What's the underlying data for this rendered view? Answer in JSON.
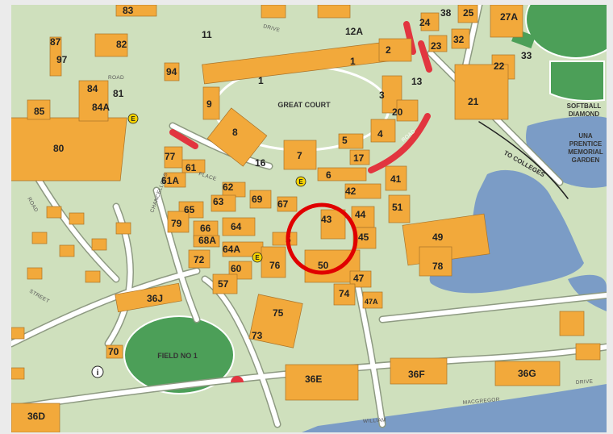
{
  "map": {
    "colors": {
      "land": "#cfe0bd",
      "building": "#f2a93b",
      "building_edge": "#a8732a",
      "road": "#ffffff",
      "road_edge": "#8e9a82",
      "water": "#7b9cc6",
      "field": "#4c9f58",
      "closed_road": "#e2353f",
      "highlight_circle": "#e00000",
      "info_marker": "#f5d300"
    },
    "places": {
      "great_court": "GREAT COURT",
      "field_no_1": "FIELD NO 1",
      "softball": "SOFTBALL",
      "diamond": "DIAMOND",
      "garden_1": "UNA",
      "garden_2": "PRENTICE",
      "garden_3": "MEMORIAL",
      "garden_4": "GARDEN",
      "to_colleges": "TO COLLEGES"
    },
    "roads": {
      "place": "PLACE",
      "street": "STREET",
      "road_a": "ROAD",
      "road_b": "ROAD",
      "road_c": "ROAD",
      "drive_a": "DRIVE",
      "drive_b": "DRIVE",
      "william": "WILLIAM",
      "chancellors": "CHANCELLORS",
      "mac": "MACGREGOR"
    },
    "info_symbol": "i",
    "lift_symbol": "E",
    "buildings": {
      "b83": "83",
      "b87": "87",
      "b97": "97",
      "b82": "82",
      "b11": "11",
      "b94": "94",
      "b84": "84",
      "b81": "81",
      "b84a": "84A",
      "b85": "85",
      "b80": "80",
      "b9": "9",
      "b1a": "1",
      "b1b": "1",
      "b12a": "12A",
      "b2": "2",
      "b24": "24",
      "b38": "38",
      "b25": "25",
      "b27a": "27A",
      "b23": "23",
      "b32": "32",
      "b22": "22",
      "b33": "33",
      "b13": "13",
      "b3": "3",
      "b20": "20",
      "b21": "21",
      "b4": "4",
      "b5": "5",
      "b8": "8",
      "b7": "7",
      "b17": "17",
      "b16": "16",
      "b6": "6",
      "b41": "41",
      "b77": "77",
      "b61": "61",
      "b61a": "61A",
      "b62": "62",
      "b63": "63",
      "b69": "69",
      "b67": "67",
      "b42": "42",
      "b51": "51",
      "b43": "43",
      "b44": "44",
      "b45": "45",
      "b49": "49",
      "b65": "65",
      "b79": "79",
      "b66": "66",
      "b68a": "68A",
      "b64": "64",
      "b64a": "64A",
      "b72": "72",
      "b60": "60",
      "b76": "76",
      "b50": "50",
      "b78": "78",
      "b57": "57",
      "b47": "47",
      "b74": "74",
      "b47a": "47A",
      "b36j": "36J",
      "b75": "75",
      "b73": "73",
      "b70": "70",
      "b36e": "36E",
      "b36f": "36F",
      "b36g": "36G",
      "b36d": "36D",
      "b5partial": "5"
    }
  }
}
